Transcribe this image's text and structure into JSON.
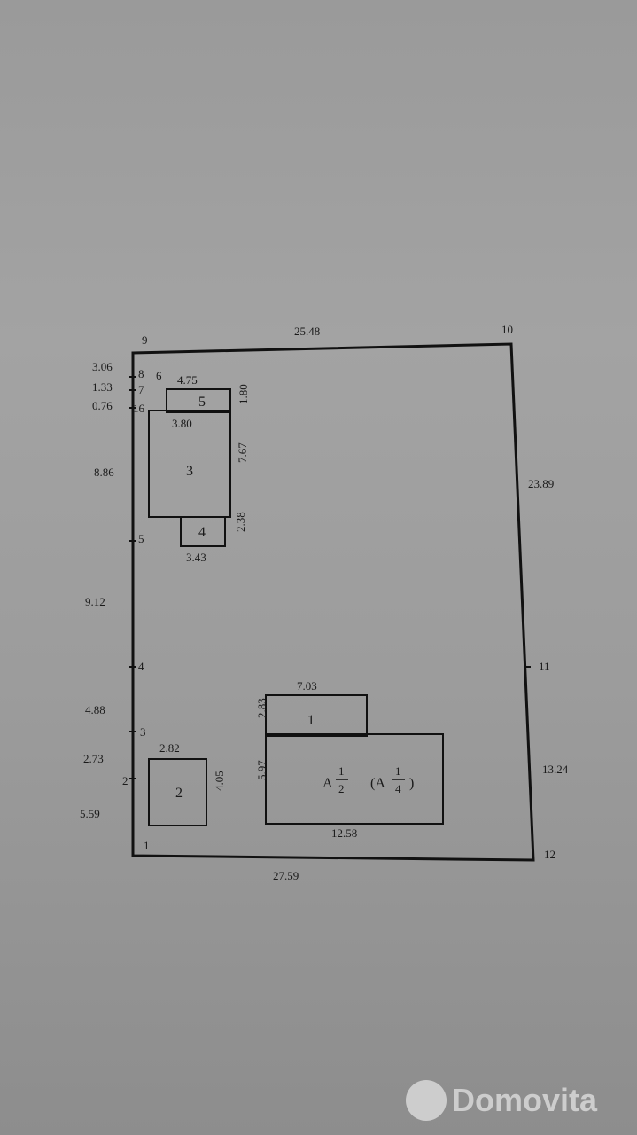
{
  "plan": {
    "points": {
      "p1": "1",
      "p2": "2",
      "p3": "3",
      "p4": "4",
      "p5": "5",
      "p6": "6",
      "p7": "7",
      "p8": "8",
      "p9": "9",
      "p10": "10",
      "p11": "11",
      "p12": "12",
      "p16": "16"
    },
    "dimensions": {
      "top": "25.48",
      "bottom": "27.59",
      "right_upper": "23.89",
      "right_lower": "13.24",
      "left_1": "3.06",
      "left_2": "1.33",
      "left_3": "0.76",
      "left_4": "8.86",
      "left_5": "9.12",
      "left_6": "4.88",
      "left_7": "2.73",
      "left_8": "5.59",
      "b5_top": "4.75",
      "b5_right": "1.80",
      "b3_top": "3.80",
      "b3_right": "7.67",
      "b4_right": "2.38",
      "b4_bottom": "3.43",
      "b2_top": "2.82",
      "b2_right": "4.05",
      "b1_top": "7.03",
      "b1_left": "2.83",
      "bA_left": "5.97",
      "bA_bottom": "12.58"
    },
    "buildings": {
      "b1": "1",
      "b2": "2",
      "b3": "3",
      "b4": "4",
      "b5": "5",
      "bA": "A",
      "bA_paren": "(A",
      "frac_num": "1",
      "frac_den": "2",
      "frac_den2": "4",
      "paren_close": ")"
    }
  },
  "watermark": {
    "text": "Domovita"
  }
}
